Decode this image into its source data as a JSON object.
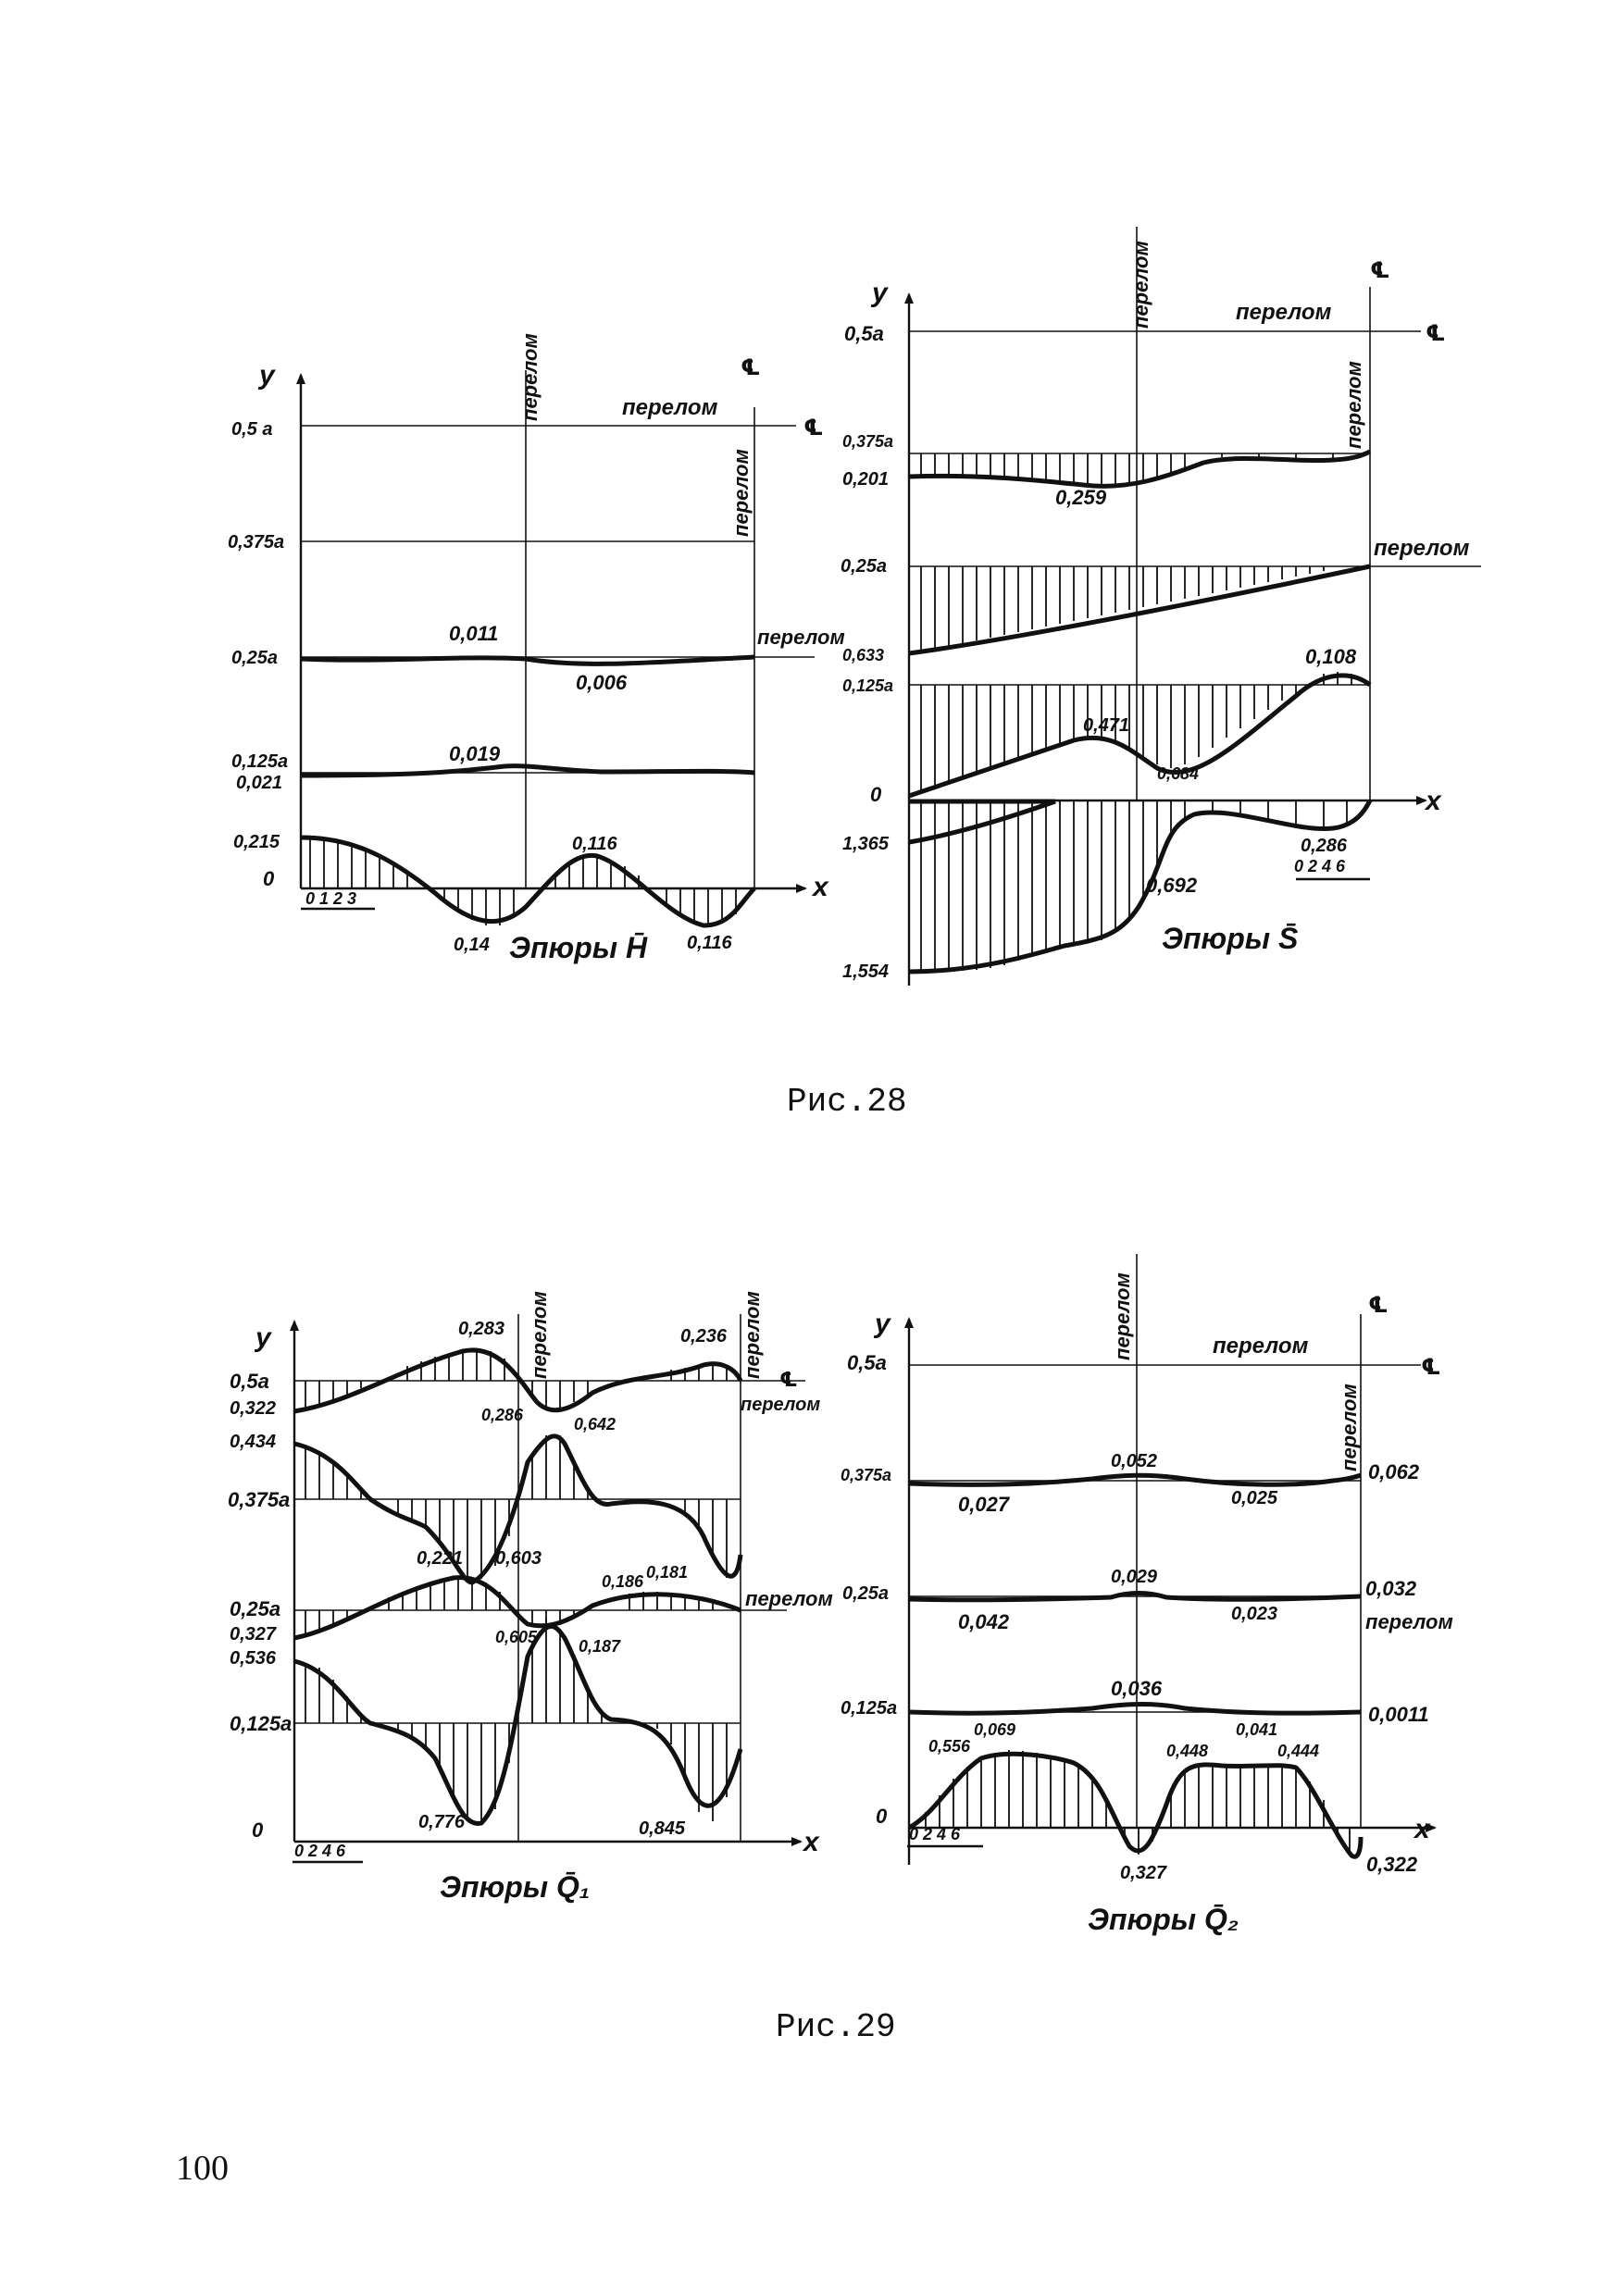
{
  "fig28": {
    "caption": "Рис.28",
    "H": {
      "axis_y": "y",
      "axis_x": "x",
      "levels": [
        "0,5 a",
        "0,375a",
        "0,25a",
        "0,125a",
        "0,021",
        "0,215",
        "0"
      ],
      "fold_vertical": "перелом",
      "fold_top": "перелом",
      "fold_right_vertical": "перелом",
      "fold_right": "перелом",
      "cl": "℄",
      "values": [
        "0,011",
        "0,006",
        "0,019",
        "0,116",
        "0,14",
        "0,116"
      ],
      "scale": "0 1 2 3",
      "title": "Эпюры H̄"
    },
    "S": {
      "axis_y": "y",
      "axis_x": "x",
      "levels": [
        "0,5a",
        "0,375a",
        "0,201",
        "0,25a",
        "0,633",
        "0,125a",
        "0",
        "1,365",
        "1,554"
      ],
      "fold_vertical": "перелом",
      "fold_top": "перелом",
      "fold_right_vertical": "перелом",
      "fold_right": "перелом",
      "cl": "℄",
      "values": [
        "0,259",
        "0,108",
        "0,471",
        "0,684",
        "0,286",
        "0,692"
      ],
      "scale": "0 2 4 6",
      "title": "Эпюры S̄"
    }
  },
  "fig29": {
    "caption": "Рис.29",
    "Q1": {
      "axis_y": "y",
      "axis_x": "x",
      "levels": [
        "0,5a",
        "0,322",
        "0,434",
        "0,375a",
        "0,25a",
        "0,327",
        "0,536",
        "0,125a",
        "0"
      ],
      "fold_vertical": "перелом",
      "fold_right_vertical": "перелом",
      "fold_right_top": "перелом",
      "fold_right": "перелом",
      "cl": "℄",
      "values": [
        "0,283",
        "0,236",
        "0,286",
        "0,642",
        "0,603",
        "0,221",
        "0,186",
        "0,181",
        "0,605",
        "0,187",
        "0,776",
        "0,845"
      ],
      "scale": "0 2 4 6",
      "title": "Эпюры Q̄₁"
    },
    "Q2": {
      "axis_y": "y",
      "axis_x": "x",
      "levels": [
        "0,5a",
        "0,375a",
        "0,25a",
        "0,125a",
        "0"
      ],
      "fold_vertical": "перелом",
      "fold_top": "перелом",
      "fold_right_vertical": "перелом",
      "fold_right": "перелом",
      "cl": "℄",
      "right_values": [
        "0,062",
        "0,032",
        "0,0011",
        "0,322"
      ],
      "values": [
        "0,052",
        "0,027",
        "0,025",
        "0,029",
        "0,042",
        "0,023",
        "0,036",
        "0,069",
        "0,041",
        "0,556",
        "0,448",
        "0,444",
        "0,327"
      ],
      "scale": "0 2 4 6",
      "title": "Эпюры Q̄₂"
    }
  },
  "page_number": "100"
}
